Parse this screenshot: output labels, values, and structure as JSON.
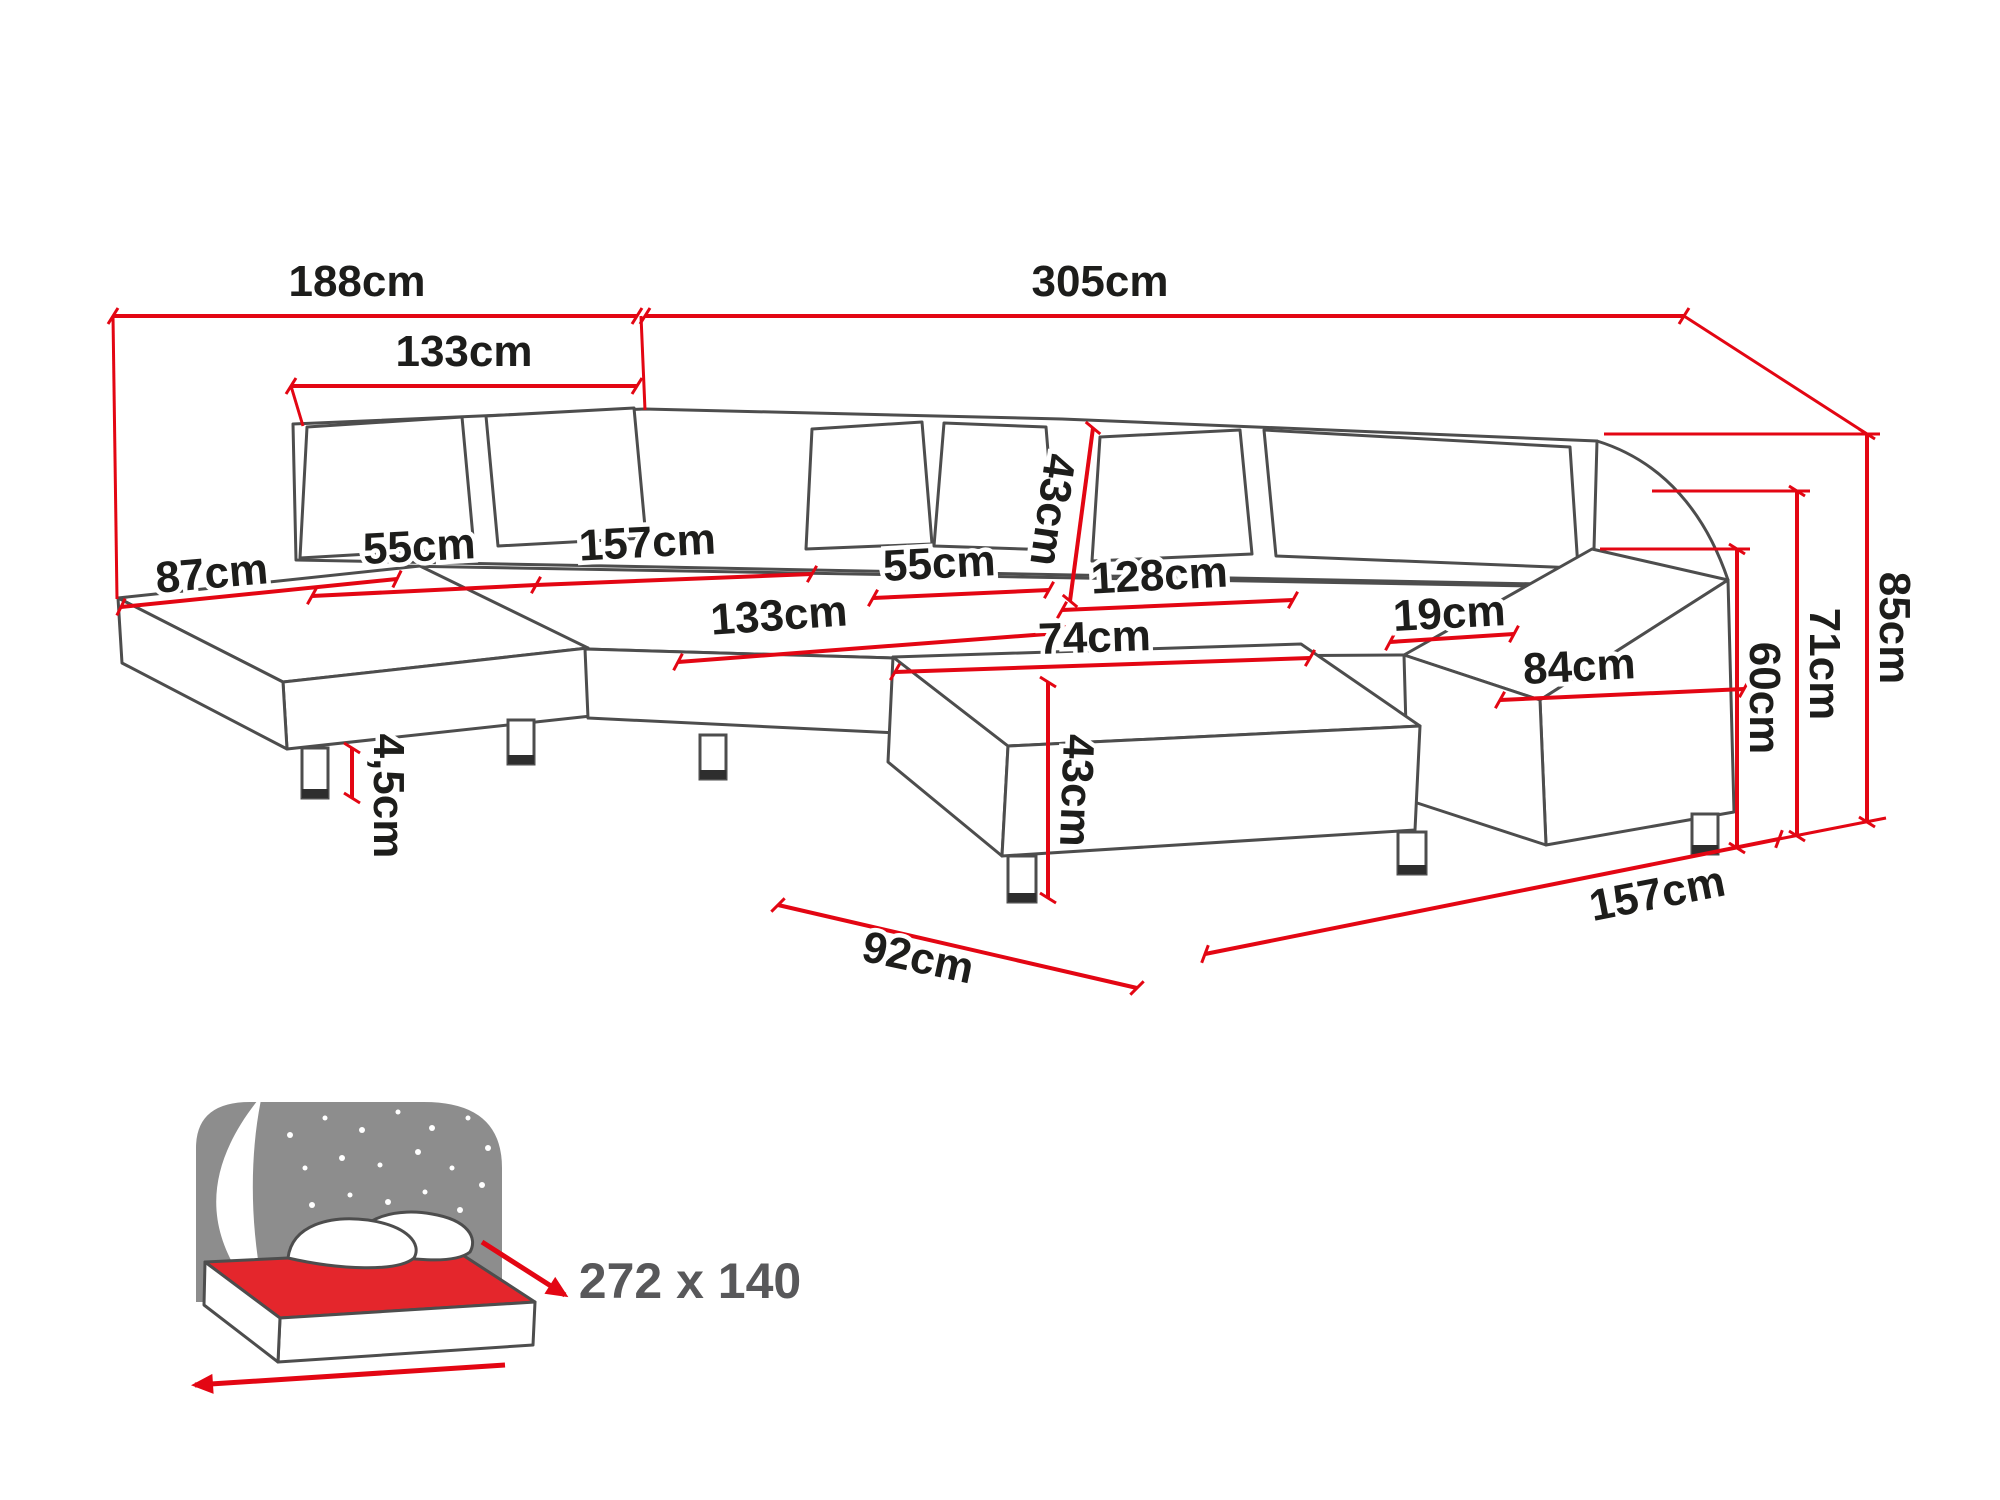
{
  "diagram": {
    "type": "sofa-dimension-diagram",
    "colors": {
      "dimension_red": "#e30613",
      "outline_gray": "#4d4d4d",
      "label_color": "#1d1d1b",
      "bed_gray": "#8d8d8d",
      "bed_red": "#e4262c",
      "bed_label_color": "#58585a"
    },
    "dimensions": {
      "top_width_left": "188cm",
      "top_width_right": "305cm",
      "inner_width_left": "133cm",
      "chaise_edge": "87cm",
      "back_cushion_left": "55cm",
      "corner_seat_width": "157cm",
      "back_cushion_height": "43cm",
      "back_cushion_middle": "55cm",
      "right_seat_width": "128cm",
      "armrest_width": "19cm",
      "seat_depth": "133cm",
      "ottoman_width": "74cm",
      "armrest_depth": "84cm",
      "ottoman_height": "43cm",
      "leg_height": "4,5cm",
      "chaise_depth": "92cm",
      "right_side_depth": "157cm",
      "seat_height": "60cm",
      "armrest_height": "71cm",
      "total_height": "85cm"
    },
    "sleeping_area": {
      "size_label": "272 x 140"
    }
  }
}
